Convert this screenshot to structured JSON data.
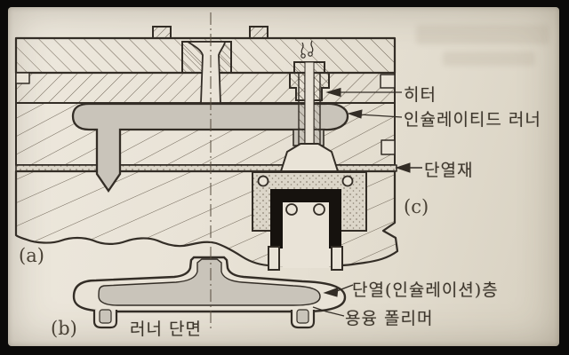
{
  "photo": {
    "frame_color": "#0b0a09",
    "paper_color": "#e8e2d5"
  },
  "diagram": {
    "type": "insulated-runner-mold-cross-section",
    "panel_labels": {
      "a": "(a)",
      "b": "(b)",
      "c": "(c)"
    },
    "annotations": {
      "heater": "히터",
      "insulated_runner": "인슐레이티드 러너",
      "insulation_sheet": "단열재",
      "insulation_layer": "단열(인슐레이션)층",
      "molten_polymer": "용융 폴리머",
      "runner_cross_section": "러너 단면"
    },
    "colors": {
      "ink": "#332d26",
      "hatch": "#6f6557",
      "polymer_gray": "#c9c4ba",
      "insulation_black": "#16120e",
      "stipple_base": "#dcd6c9"
    }
  }
}
